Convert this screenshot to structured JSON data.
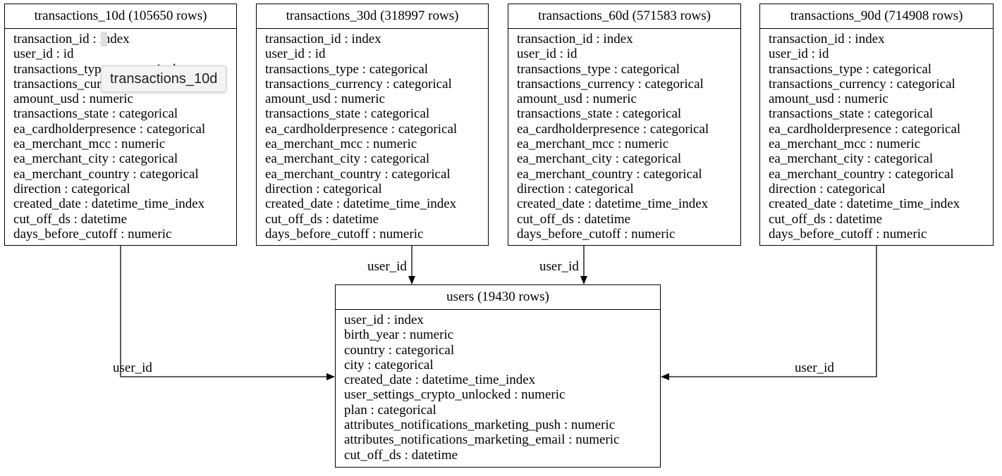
{
  "tables": {
    "t10": {
      "title": "transactions_10d (105650 rows)",
      "fields": [
        "transaction_id : index",
        "user_id : id",
        "transactions_type : categorical",
        "transactions_currency : categorical",
        "amount_usd : numeric",
        "transactions_state : categorical",
        "ea_cardholderpresence : categorical",
        "ea_merchant_mcc : numeric",
        "ea_merchant_city : categorical",
        "ea_merchant_country : categorical",
        "direction : categorical",
        "created_date : datetime_time_index",
        "cut_off_ds : datetime",
        "days_before_cutoff : numeric"
      ]
    },
    "t30": {
      "title": "transactions_30d (318997 rows)",
      "fields": [
        "transaction_id : index",
        "user_id : id",
        "transactions_type : categorical",
        "transactions_currency : categorical",
        "amount_usd : numeric",
        "transactions_state : categorical",
        "ea_cardholderpresence : categorical",
        "ea_merchant_mcc : numeric",
        "ea_merchant_city : categorical",
        "ea_merchant_country : categorical",
        "direction : categorical",
        "created_date : datetime_time_index",
        "cut_off_ds : datetime",
        "days_before_cutoff : numeric"
      ]
    },
    "t60": {
      "title": "transactions_60d (571583 rows)",
      "fields": [
        "transaction_id : index",
        "user_id : id",
        "transactions_type : categorical",
        "transactions_currency : categorical",
        "amount_usd : numeric",
        "transactions_state : categorical",
        "ea_cardholderpresence : categorical",
        "ea_merchant_mcc : numeric",
        "ea_merchant_city : categorical",
        "ea_merchant_country : categorical",
        "direction : categorical",
        "created_date : datetime_time_index",
        "cut_off_ds : datetime",
        "days_before_cutoff : numeric"
      ]
    },
    "t90": {
      "title": "transactions_90d (714908 rows)",
      "fields": [
        "transaction_id : index",
        "user_id : id",
        "transactions_type : categorical",
        "transactions_currency : categorical",
        "amount_usd : numeric",
        "transactions_state : categorical",
        "ea_cardholderpresence : categorical",
        "ea_merchant_mcc : numeric",
        "ea_merchant_city : categorical",
        "ea_merchant_country : categorical",
        "direction : categorical",
        "created_date : datetime_time_index",
        "cut_off_ds : datetime",
        "days_before_cutoff : numeric"
      ]
    },
    "users": {
      "title": "users (19430 rows)",
      "fields": [
        "user_id : index",
        "birth_year : numeric",
        "country : categorical",
        "city : categorical",
        "created_date : datetime_time_index",
        "user_settings_crypto_unlocked : numeric",
        "plan : categorical",
        "attributes_notifications_marketing_push : numeric",
        "attributes_notifications_marketing_email : numeric",
        "cut_off_ds : datetime"
      ]
    }
  },
  "edges": [
    {
      "from": "transactions_10d",
      "to": "users",
      "label": "user_id"
    },
    {
      "from": "transactions_30d",
      "to": "users",
      "label": "user_id"
    },
    {
      "from": "transactions_60d",
      "to": "users",
      "label": "user_id"
    },
    {
      "from": "transactions_90d",
      "to": "users",
      "label": "user_id"
    }
  ],
  "tooltip": {
    "text": "transactions_10d"
  }
}
